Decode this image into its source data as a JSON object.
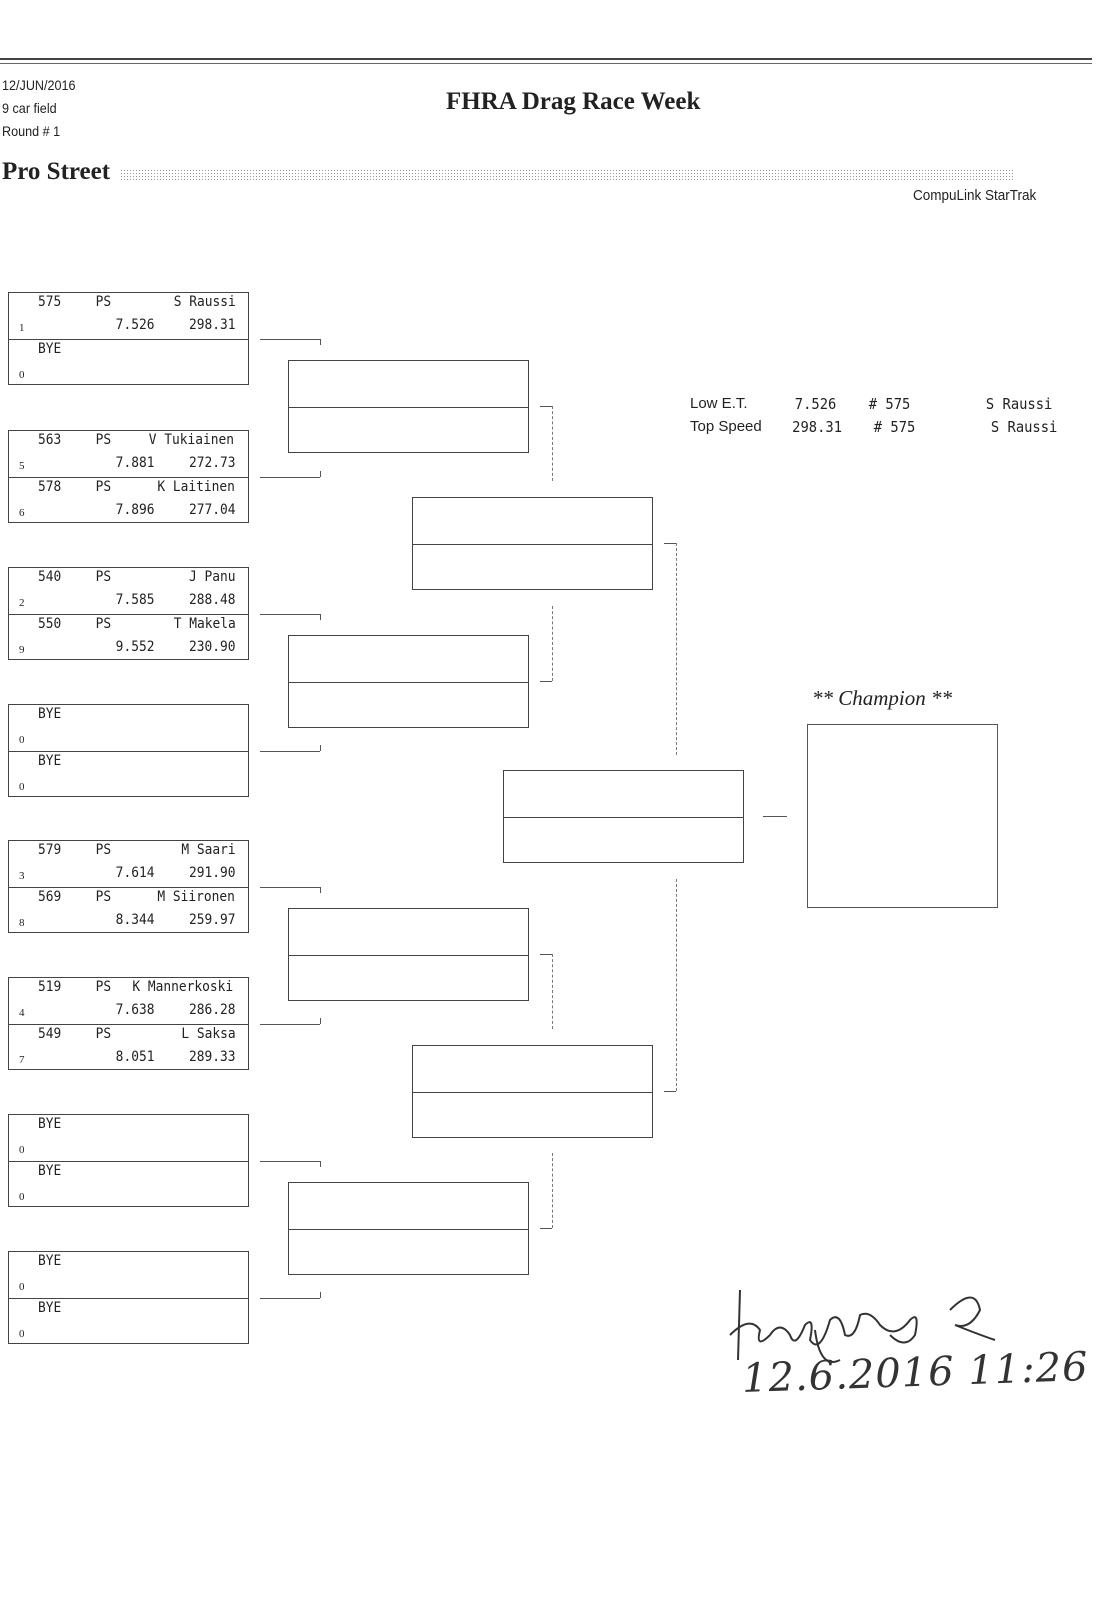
{
  "header": {
    "date": "12/JUN/2016",
    "field": "9 car field",
    "round": "Round # 1",
    "title": "FHRA Drag Race Week",
    "category": "Pro Street",
    "system": "CompuLink StarTrak"
  },
  "round1": [
    [
      {
        "num": "575",
        "cls": "PS",
        "name": "S Raussi",
        "seed": "1",
        "et": "7.526",
        "mph": "298.31"
      },
      {
        "num": "BYE",
        "cls": "",
        "name": "",
        "seed": "0",
        "et": "",
        "mph": ""
      }
    ],
    [
      {
        "num": "563",
        "cls": "PS",
        "name": "V Tukiainen",
        "seed": "5",
        "et": "7.881",
        "mph": "272.73"
      },
      {
        "num": "578",
        "cls": "PS",
        "name": "K Laitinen",
        "seed": "6",
        "et": "7.896",
        "mph": "277.04"
      }
    ],
    [
      {
        "num": "540",
        "cls": "PS",
        "name": "J Panu",
        "seed": "2",
        "et": "7.585",
        "mph": "288.48"
      },
      {
        "num": "550",
        "cls": "PS",
        "name": "T Makela",
        "seed": "9",
        "et": "9.552",
        "mph": "230.90"
      }
    ],
    [
      {
        "num": "BYE",
        "cls": "",
        "name": "",
        "seed": "0",
        "et": "",
        "mph": ""
      },
      {
        "num": "BYE",
        "cls": "",
        "name": "",
        "seed": "0",
        "et": "",
        "mph": ""
      }
    ],
    [
      {
        "num": "579",
        "cls": "PS",
        "name": "M Saari",
        "seed": "3",
        "et": "7.614",
        "mph": "291.90"
      },
      {
        "num": "569",
        "cls": "PS",
        "name": "M Siironen",
        "seed": "8",
        "et": "8.344",
        "mph": "259.97"
      }
    ],
    [
      {
        "num": "519",
        "cls": "PS",
        "name": "K Mannerkoski",
        "seed": "4",
        "et": "7.638",
        "mph": "286.28"
      },
      {
        "num": "549",
        "cls": "PS",
        "name": "L Saksa",
        "seed": "7",
        "et": "8.051",
        "mph": "289.33"
      }
    ],
    [
      {
        "num": "BYE",
        "cls": "",
        "name": "",
        "seed": "0",
        "et": "",
        "mph": ""
      },
      {
        "num": "BYE",
        "cls": "",
        "name": "",
        "seed": "0",
        "et": "",
        "mph": ""
      }
    ],
    [
      {
        "num": "BYE",
        "cls": "",
        "name": "",
        "seed": "0",
        "et": "",
        "mph": ""
      },
      {
        "num": "BYE",
        "cls": "",
        "name": "",
        "seed": "0",
        "et": "",
        "mph": ""
      }
    ]
  ],
  "stats": {
    "low_et": {
      "label": "Low  E.T.",
      "value": "7.526",
      "car": "# 575",
      "driver": "S Raussi"
    },
    "top_speed": {
      "label": "Top Speed",
      "value": "298.31",
      "car": "# 575",
      "driver": "S Raussi"
    }
  },
  "champion_label": "** Champion **",
  "handwritten": {
    "datetime": "12.6.2016  11:26",
    "signature": "signature"
  }
}
